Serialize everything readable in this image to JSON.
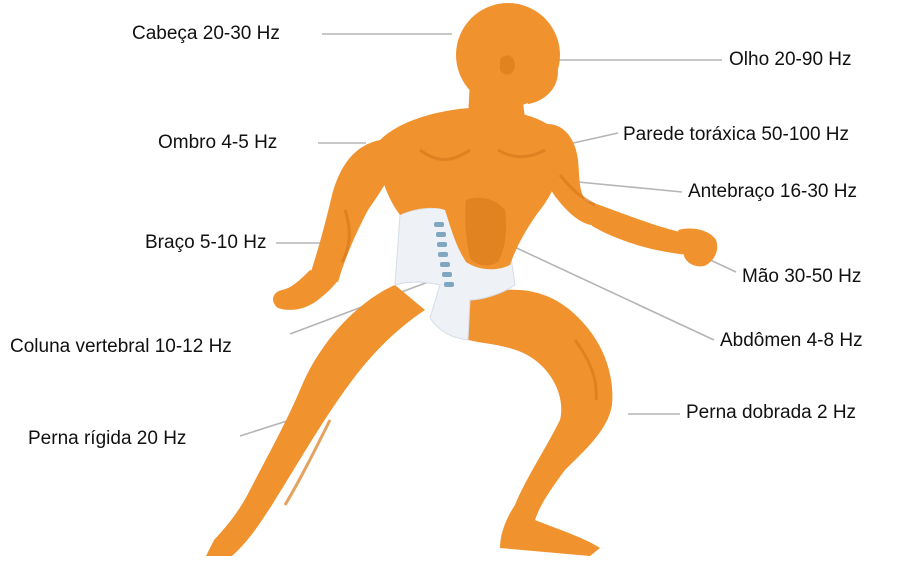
{
  "colors": {
    "skin": "#f0922e",
    "skin_shade": "#d97a1b",
    "shorts": "#eef1f5",
    "spine": "#7fa7c2",
    "leader": "#b5b5b5",
    "text": "#111111"
  },
  "labels": {
    "head": "Cabeça 20-30 Hz",
    "eye": "Olho 20-90 Hz",
    "shoulder": "Ombro 4-5 Hz",
    "chest_wall": "Parede toráxica 50-100 Hz",
    "forearm": "Antebraço 16-30 Hz",
    "arm": "Braço 5-10 Hz",
    "hand": "Mão 30-50 Hz",
    "spine": "Coluna vertebral 10-12 Hz",
    "abdomen": "Abdômen 4-8 Hz",
    "bent_leg": "Perna dobrada 2 Hz",
    "rigid_leg": "Perna rígida 20 Hz"
  }
}
